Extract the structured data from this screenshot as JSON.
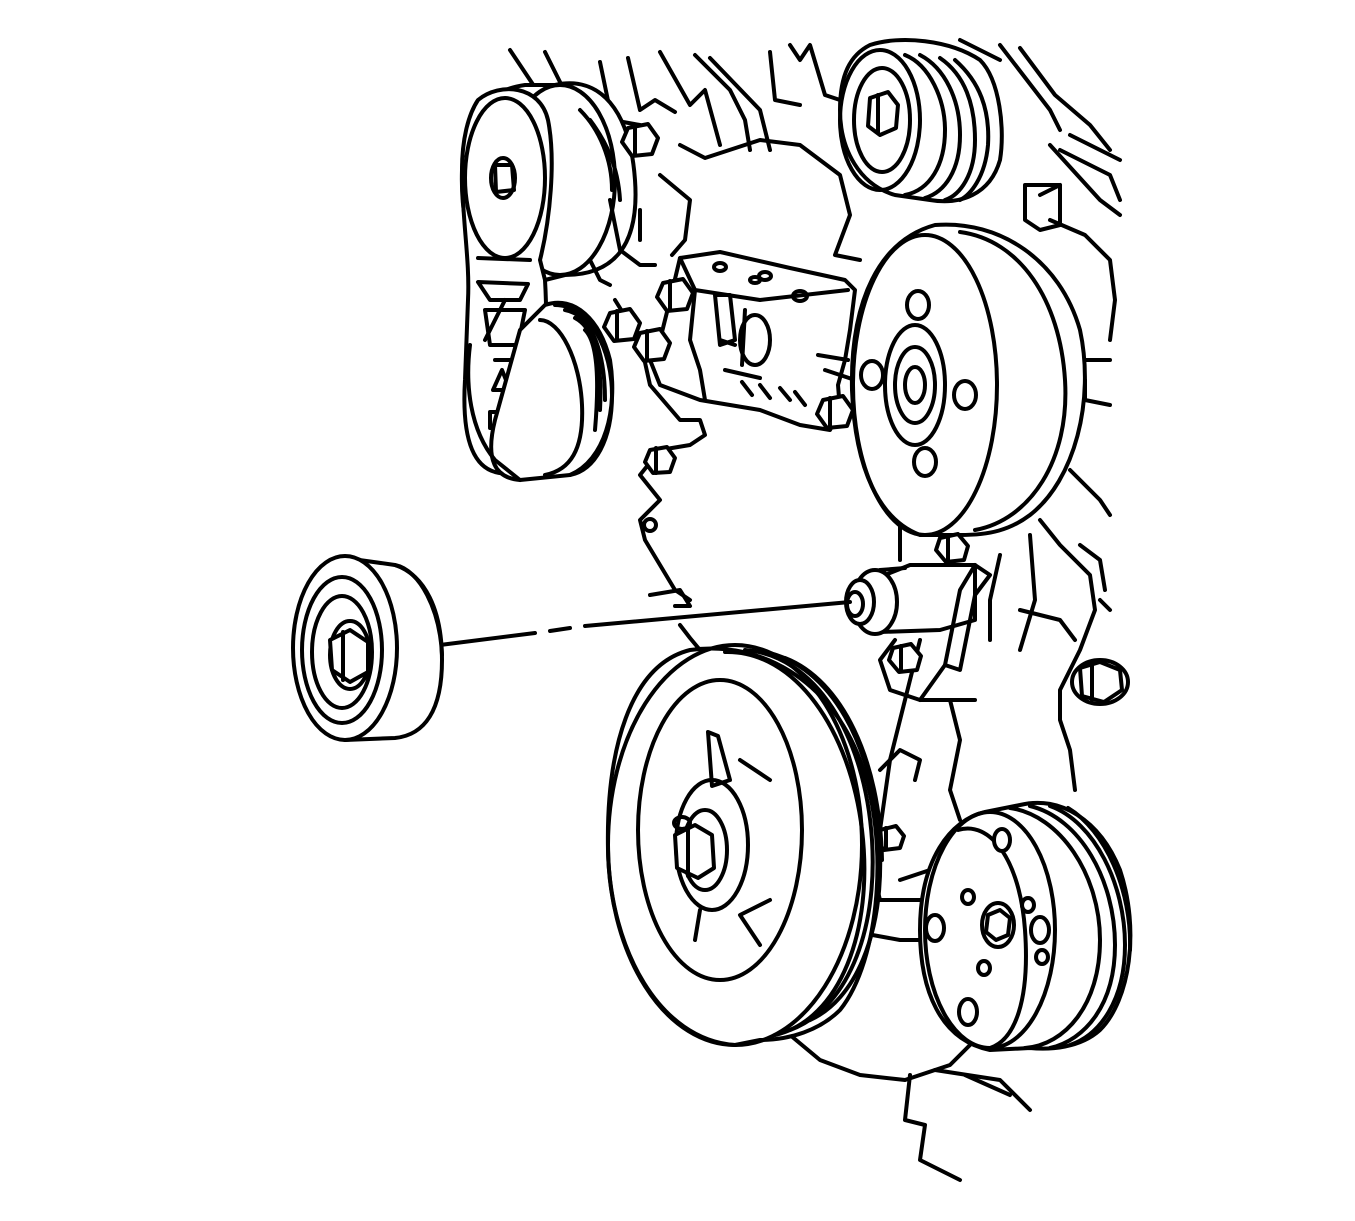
{
  "diagram": {
    "type": "exploded-view line drawing",
    "text_labels": [],
    "colors": {
      "line": "#000000",
      "background": "#ffffff"
    },
    "components": [
      "drive-belt-tensioner-pulley",
      "tensioner-arm",
      "upper-idler-pulley",
      "mounting-bracket",
      "water-pump-pulley",
      "removed-idler-pulley",
      "idler-pulley-bolt",
      "idler-mounting-boss",
      "crankshaft-balancer-pulley",
      "ac-compressor-clutch-pulley",
      "engine-front-cover",
      "installation-leader-line"
    ]
  }
}
